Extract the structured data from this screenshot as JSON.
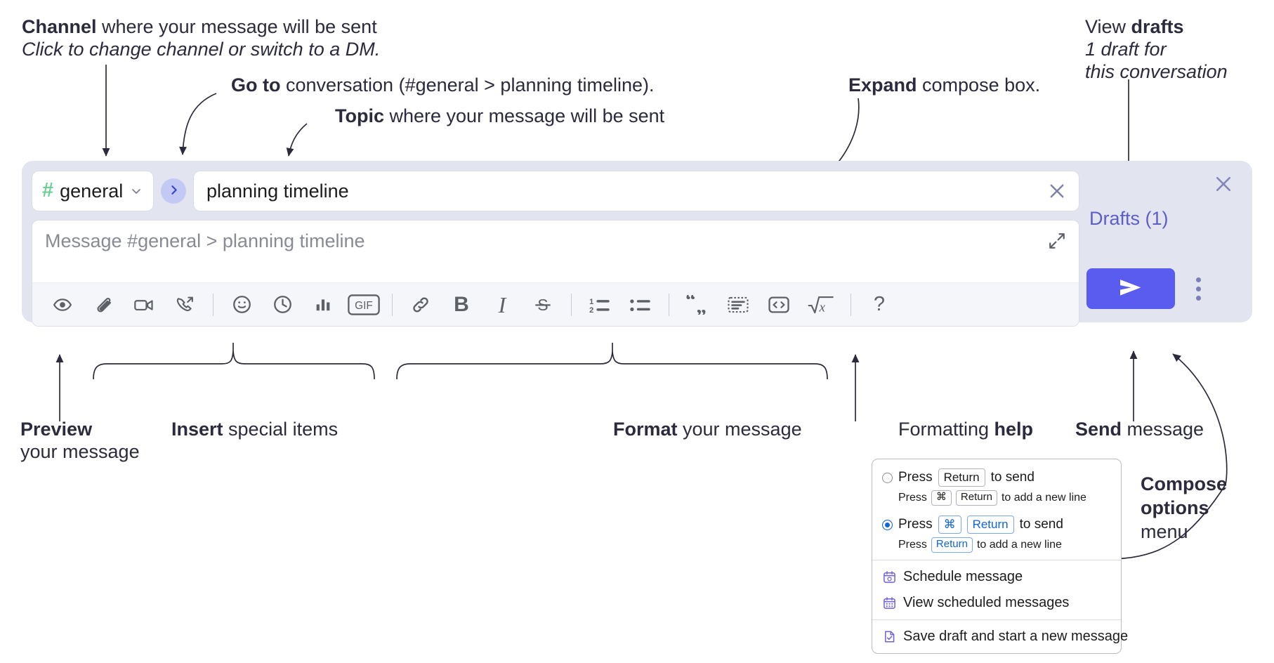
{
  "annotations": {
    "channel": {
      "bold": "Channel",
      "rest": " where your message will be sent",
      "sub": "Click to change channel or switch to a DM."
    },
    "goto": {
      "bold": "Go to",
      "rest": " conversation (#general > planning timeline)."
    },
    "topic": {
      "bold": "Topic",
      "rest": " where your message will be sent"
    },
    "expand": {
      "bold": "Expand",
      "rest": " compose box."
    },
    "drafts": {
      "bold": "drafts",
      "pre": "View ",
      "sub1": "1 draft for",
      "sub2": "this conversation"
    },
    "preview": {
      "bold": "Preview",
      "sub": "your message"
    },
    "insert": {
      "bold": "Insert",
      "rest": " special items"
    },
    "format": {
      "bold": "Format",
      "rest": " your message"
    },
    "help": {
      "pre": "Formatting ",
      "bold": "help"
    },
    "send": {
      "bold": "Send",
      "rest": " message"
    },
    "compose_options": {
      "l1": "Compose",
      "l2": "options",
      "l3": "menu"
    }
  },
  "compose": {
    "channel": {
      "hash": "#",
      "name": "general",
      "caret_icon": "chevron-down-icon"
    },
    "go_button": {
      "icon": "chevron-right-icon"
    },
    "topic": {
      "value": "planning timeline",
      "clear_icon": "close-icon"
    },
    "message": {
      "placeholder": "Message #general > planning timeline",
      "expand_icon": "expand-arrows-icon"
    },
    "close_icon": "close-icon",
    "drafts_label": "Drafts (1)",
    "send_icon": "send-paper-plane-icon",
    "kebab_icon": "vertical-dots-icon",
    "toolbar": [
      {
        "name": "preview-button",
        "icon": "eye-icon",
        "label": ""
      },
      {
        "name": "attach-button",
        "icon": "paperclip-icon",
        "label": ""
      },
      {
        "name": "video-clip-button",
        "icon": "video-camera-icon",
        "label": ""
      },
      {
        "name": "audio-clip-button",
        "icon": "phone-arrow-icon",
        "label": ""
      },
      {
        "name": "separator-1",
        "icon": "divider",
        "label": ""
      },
      {
        "name": "emoji-button",
        "icon": "smiley-icon",
        "label": ""
      },
      {
        "name": "reminder-button",
        "icon": "clock-icon",
        "label": ""
      },
      {
        "name": "poll-button",
        "icon": "bar-chart-icon",
        "label": ""
      },
      {
        "name": "gif-button",
        "icon": "gif-icon",
        "label": "GIF"
      },
      {
        "name": "separator-2",
        "icon": "divider",
        "label": ""
      },
      {
        "name": "link-button",
        "icon": "link-icon",
        "label": ""
      },
      {
        "name": "bold-button",
        "icon": "bold-icon",
        "label": "B"
      },
      {
        "name": "italic-button",
        "icon": "italic-icon",
        "label": "I"
      },
      {
        "name": "strikethrough-button",
        "icon": "strikethrough-icon",
        "label": "S"
      },
      {
        "name": "separator-3",
        "icon": "divider",
        "label": ""
      },
      {
        "name": "ordered-list-button",
        "icon": "ordered-list-icon",
        "label": ""
      },
      {
        "name": "bulleted-list-button",
        "icon": "bulleted-list-icon",
        "label": ""
      },
      {
        "name": "separator-4",
        "icon": "divider",
        "label": ""
      },
      {
        "name": "blockquote-button",
        "icon": "quote-icon",
        "label": ""
      },
      {
        "name": "code-block-button",
        "icon": "code-block-icon",
        "label": ""
      },
      {
        "name": "code-button",
        "icon": "angle-brackets-icon",
        "label": ""
      },
      {
        "name": "math-button",
        "icon": "square-root-x-icon",
        "label": ""
      },
      {
        "name": "separator-5",
        "icon": "divider",
        "label": ""
      },
      {
        "name": "formatting-help-button",
        "icon": "question-mark-icon",
        "label": "?"
      }
    ]
  },
  "menu": {
    "option1": {
      "press": "Press",
      "key": "Return",
      "tail": "to send",
      "selected": false
    },
    "option1_sub": {
      "press": "Press",
      "key1": "⌘",
      "key2": "Return",
      "tail": "to add a new line"
    },
    "option2": {
      "press": "Press",
      "key1": "⌘",
      "key2": "Return",
      "tail": "to send",
      "selected": true
    },
    "option2_sub": {
      "press": "Press",
      "key": "Return",
      "tail": "to add a new line"
    },
    "items": [
      {
        "label": "Schedule message",
        "icon": "calendar-clock-icon"
      },
      {
        "label": "View scheduled messages",
        "icon": "calendar-grid-icon"
      },
      {
        "label": "Save draft and start a new message",
        "icon": "file-check-icon"
      }
    ]
  },
  "colors": {
    "shell_bg": "#e2e4f0",
    "accent_purple": "#5a5cf0",
    "drafts_link": "#5b5fc7",
    "hash_green": "#6fcf97",
    "go_btn_bg": "#c3c9f5",
    "text_dark": "#2b2b3d",
    "toolbar_bg": "#f5f6f9"
  }
}
